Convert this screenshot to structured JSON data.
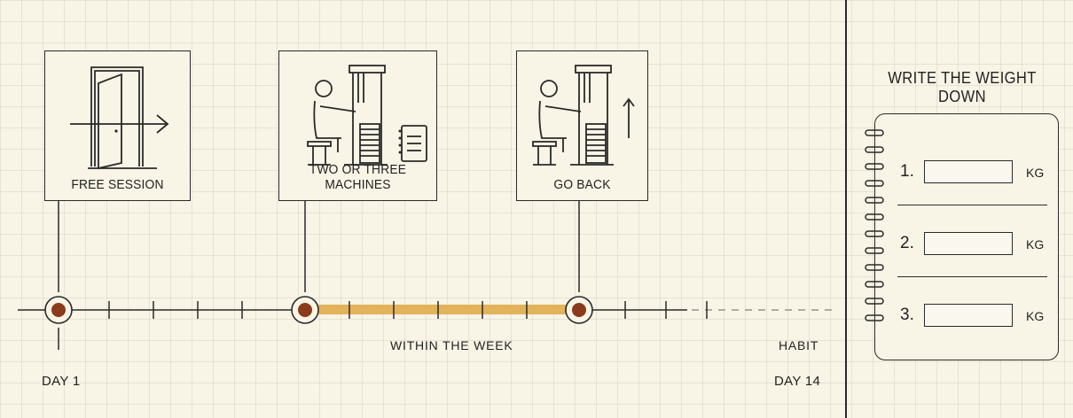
{
  "steps": [
    {
      "label": "FREE SESSION",
      "icon": "door-enter-icon"
    },
    {
      "label": "TWO OR THREE MACHINES",
      "icon": "gym-machine-with-notebook-icon"
    },
    {
      "label": "GO BACK",
      "icon": "gym-machine-weight-up-icon"
    }
  ],
  "timeline": {
    "start_label": "DAY 1",
    "end_label": "DAY 14",
    "segment_label": "WITHIN THE WEEK",
    "habit_label": "HABIT",
    "highlight_color": "#e2b35a",
    "marker_color": "#8b3a1c"
  },
  "notebook": {
    "title": "WRITE THE WEIGHT DOWN",
    "entries": [
      {
        "number": "1.",
        "unit": "KG",
        "value": ""
      },
      {
        "number": "2.",
        "unit": "KG",
        "value": ""
      },
      {
        "number": "3.",
        "unit": "KG",
        "value": ""
      }
    ]
  }
}
